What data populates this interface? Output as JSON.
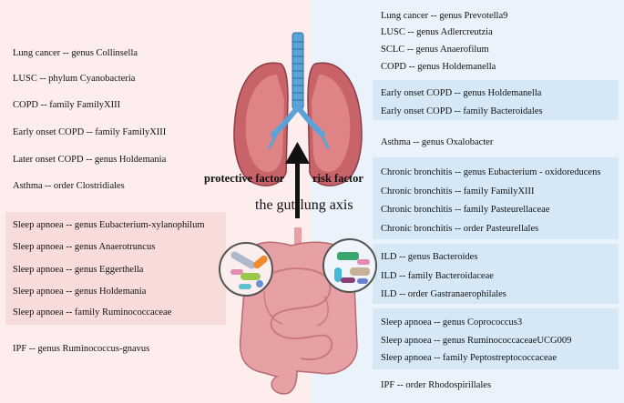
{
  "protective_label": "protective factor",
  "risk_label": "risk factor",
  "axis_label": "the gut-lung axis",
  "left_items": [
    "Lung cancer  --  genus  Collinsella",
    "LUSC  --  phylum  Cyanobacteria",
    "COPD  --  family  FamilyXIII",
    "Early onset COPD  --  family  FamilyXIII",
    "Later onset COPD  --  genus  Holdemania",
    "Asthma  --  order  Clostridiales",
    "Sleep apnoea  --  genus  Eubacterium-xylanophilum",
    "Sleep apnoea  --  genus  Anaerotruncus",
    "Sleep apnoea  --  genus  Eggerthella",
    "Sleep apnoea  --  genus  Holdemania",
    "Sleep apnoea  --  family  Ruminococcaceae",
    "IPF  --  genus  Ruminococcus-gnavus"
  ],
  "right_items": [
    "Lung cancer  --  genus  Prevotella9",
    "LUSC  --  genus  Adlercreutzia",
    "SCLC  --  genus  Anaerofilum",
    "COPD  --  genus  Holdemanella",
    "Early onset COPD  --  genus  Holdemanella",
    "Early onset COPD  --   family  Bacteroidales",
    "Asthma  --  genus  Oxalobacter",
    "Chronic bronchitis  --  genus  Eubacterium - oxidoreducens",
    "Chronic bronchitis  --  family  FamilyXIII",
    "Chronic bronchitis  --  family  Pasteurellaceae",
    "Chronic bronchitis  --  order  Pasteurellales",
    "ILD  --  genus  Bacteroides",
    "ILD  --  family  Bacteroidaceae",
    "ILD  --  order  Gastranaerophilales",
    "Sleep apnoea  --  genus  Coprococcus3",
    "Sleep apnoea  --  genus  RuminococcaceaeUCG009",
    "Sleep apnoea  --  family  Peptostreptococcaceae",
    "IPF  --  order  Rhodospirillales"
  ]
}
